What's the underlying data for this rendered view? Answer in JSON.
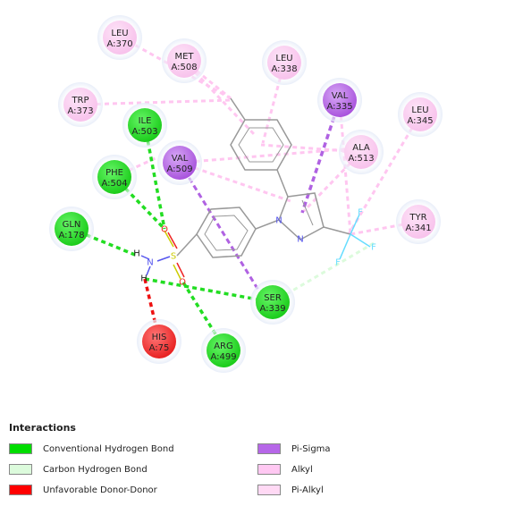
{
  "residues": [
    {
      "id": "leu370",
      "name": "LEU",
      "num": "A:370",
      "type": "alkyl"
    },
    {
      "id": "met508",
      "name": "MET",
      "num": "A:508",
      "type": "alkyl"
    },
    {
      "id": "leu338",
      "name": "LEU",
      "num": "A:338",
      "type": "alkyl"
    },
    {
      "id": "val335",
      "name": "VAL",
      "num": "A:335",
      "type": "pisigma"
    },
    {
      "id": "leu345",
      "name": "LEU",
      "num": "A:345",
      "type": "alkyl"
    },
    {
      "id": "trp373",
      "name": "TRP",
      "num": "A:373",
      "type": "alkyl"
    },
    {
      "id": "ile503",
      "name": "ILE",
      "num": "A:503",
      "type": "hbond"
    },
    {
      "id": "ala513",
      "name": "ALA",
      "num": "A:513",
      "type": "alkyl"
    },
    {
      "id": "val509",
      "name": "VAL",
      "num": "A:509",
      "type": "pisigma"
    },
    {
      "id": "phe504",
      "name": "PHE",
      "num": "A:504",
      "type": "hbond"
    },
    {
      "id": "gln178",
      "name": "GLN",
      "num": "A:178",
      "type": "hbond"
    },
    {
      "id": "tyr341",
      "name": "TYR",
      "num": "A:341",
      "type": "alkyl"
    },
    {
      "id": "ser339",
      "name": "SER",
      "num": "A:339",
      "type": "hbond"
    },
    {
      "id": "his75",
      "name": "HIS",
      "num": "A:75",
      "type": "unfav"
    },
    {
      "id": "arg499",
      "name": "ARG",
      "num": "A:499",
      "type": "hbond"
    }
  ],
  "atoms": {
    "N": "N",
    "S": "S",
    "O": "O",
    "H": "H",
    "F": "F"
  },
  "legend": {
    "title": "Interactions",
    "items": [
      {
        "label": "Conventional Hydrogen Bond",
        "color": "#00dd00"
      },
      {
        "label": "Carbon Hydrogen Bond",
        "color": "#dcfbdc"
      },
      {
        "label": "Unfavorable Donor-Donor",
        "color": "#ff0000"
      },
      {
        "label": "Pi-Sigma",
        "color": "#b667e8"
      },
      {
        "label": "Alkyl",
        "color": "#ffc8f2"
      },
      {
        "label": "Pi-Alkyl",
        "color": "#ffd9f4"
      }
    ]
  },
  "colors": {
    "hbond": "#22dd22",
    "carbon_hbond": "#dcfbdc",
    "unfav": "#ee1111",
    "pisigma": "#b062e2",
    "alkyl": "#ffc6f0",
    "atom_n": "#5555ee",
    "atom_s": "#cccc00",
    "atom_o": "#ee2222",
    "atom_f": "#66ddff",
    "bond": "#999999"
  }
}
